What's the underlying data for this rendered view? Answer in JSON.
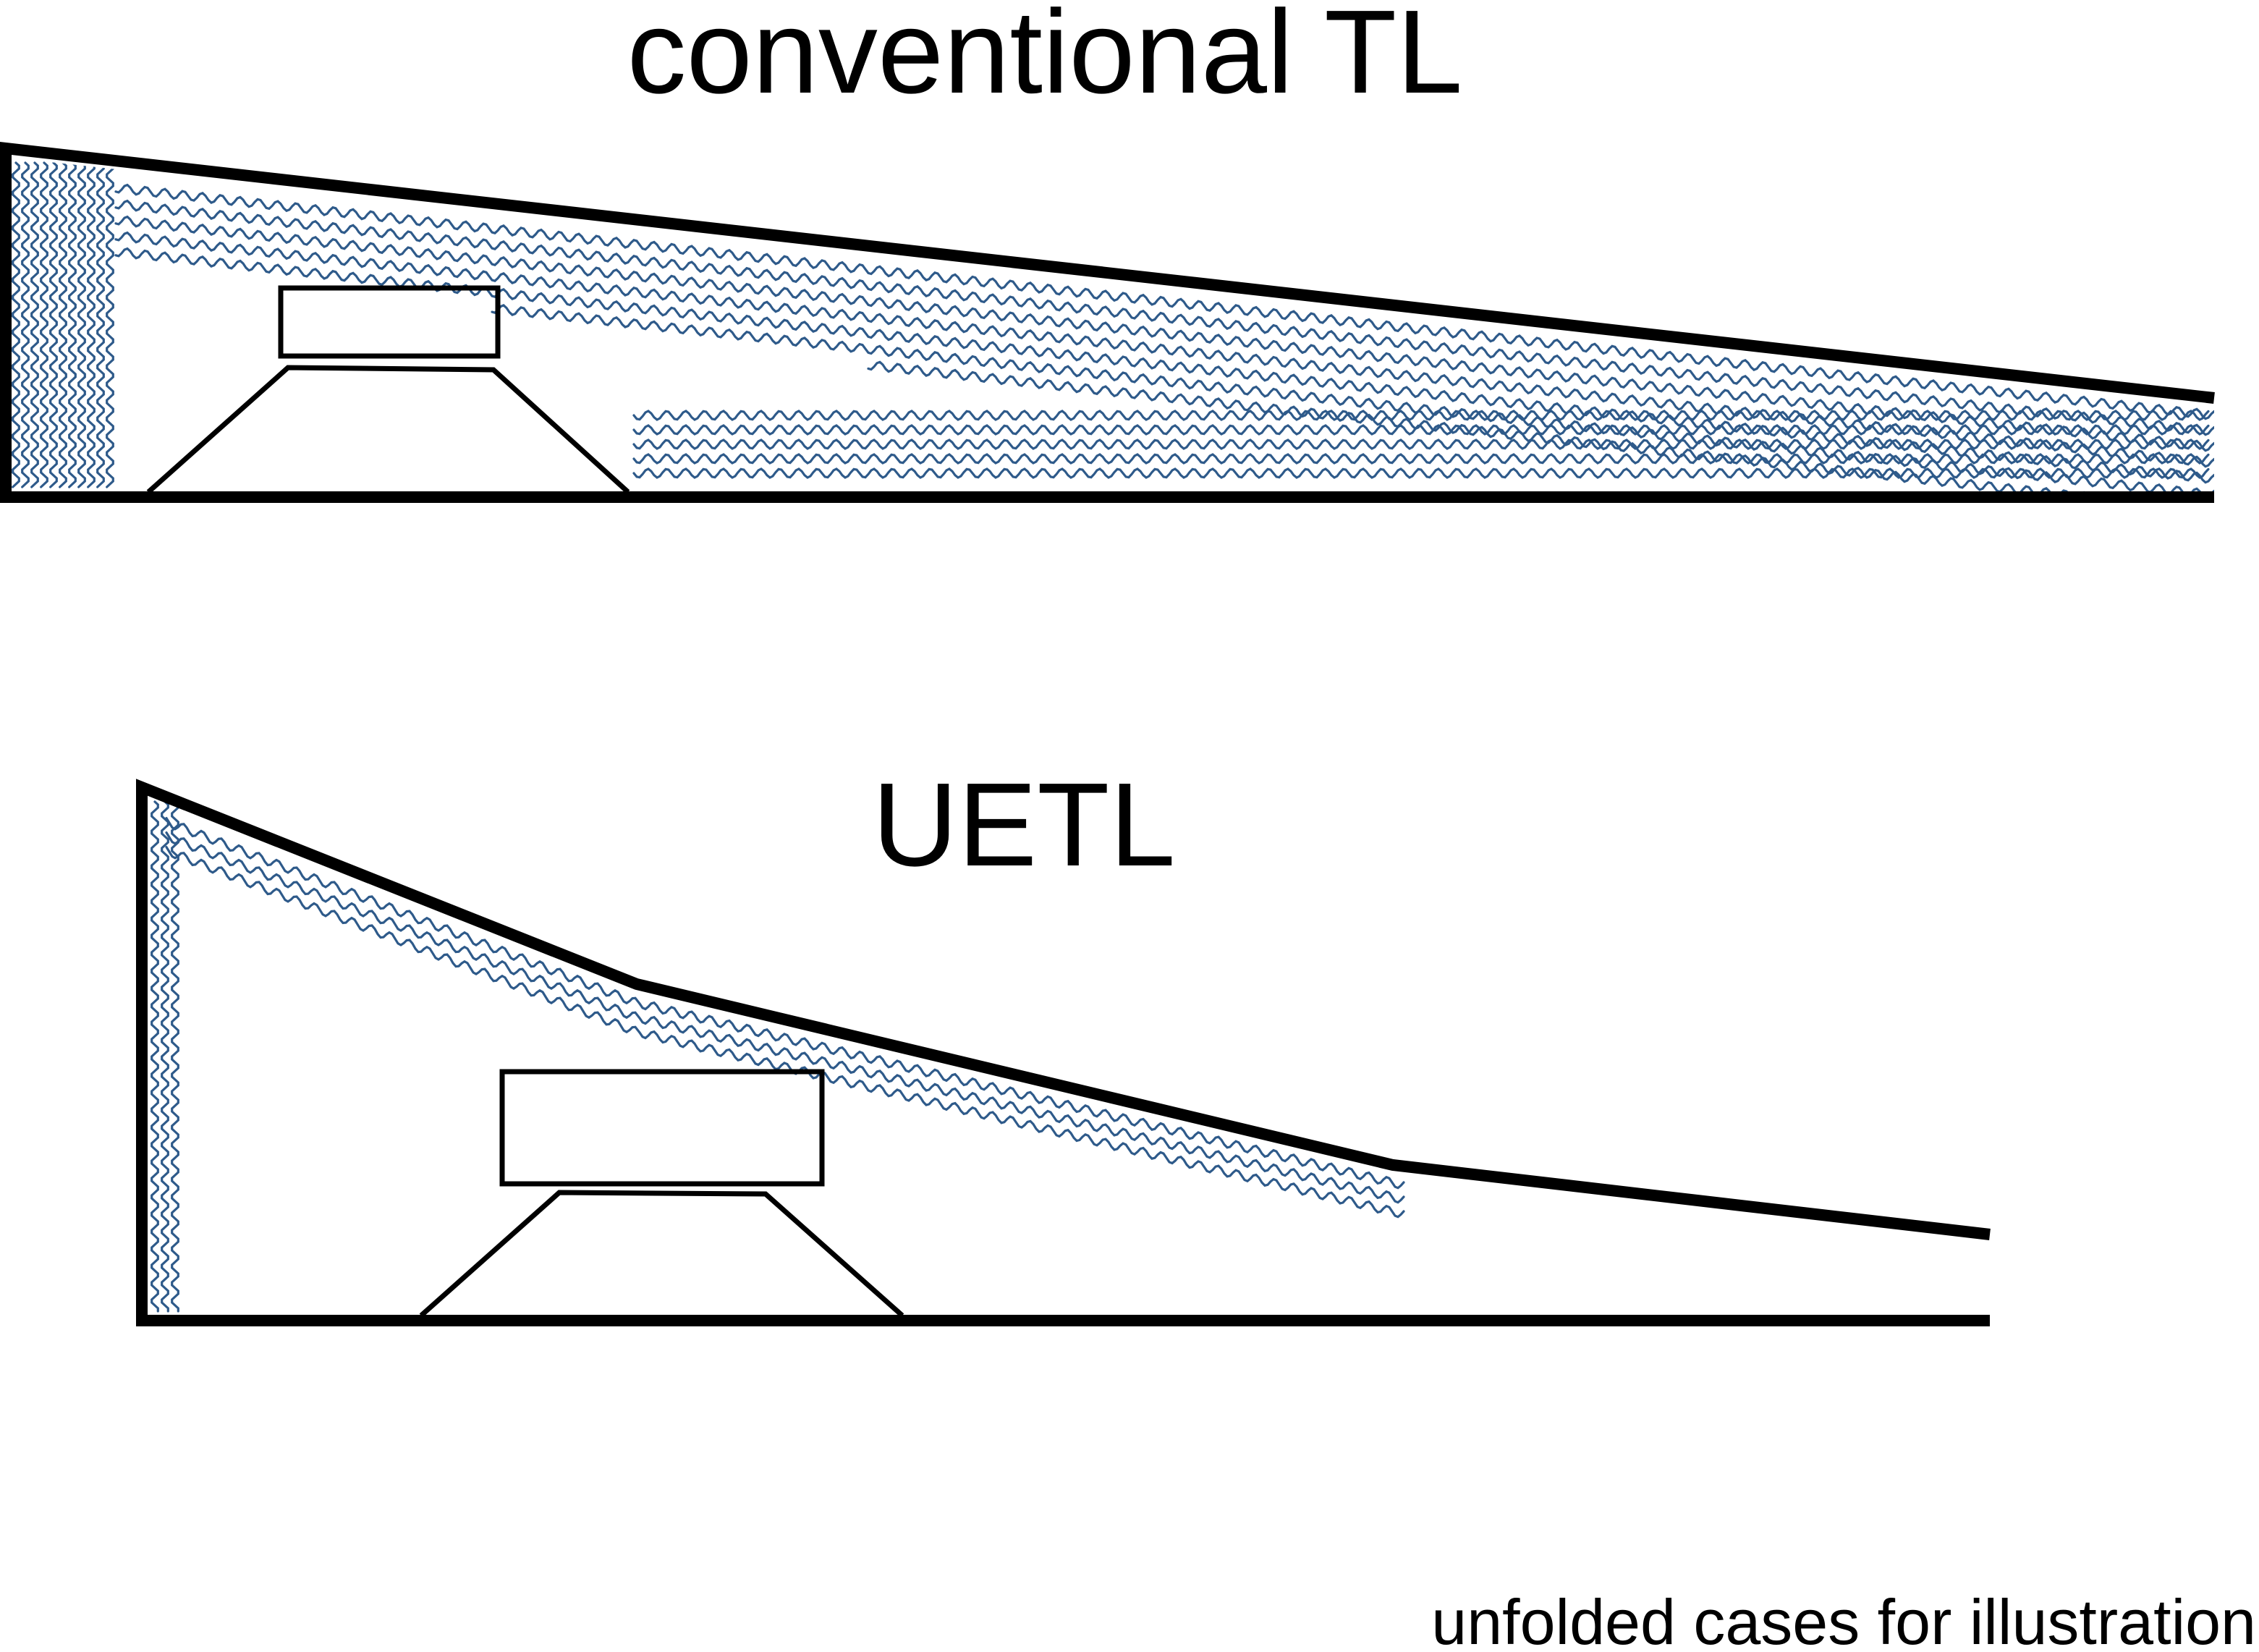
{
  "diagram": {
    "title_top": "conventional TL",
    "title_bottom": "UETL",
    "footnote": "unfolded cases for illustration"
  },
  "colors": {
    "outline": "#000000",
    "stuffing": "#2e5a8a",
    "background": "#ffffff"
  }
}
